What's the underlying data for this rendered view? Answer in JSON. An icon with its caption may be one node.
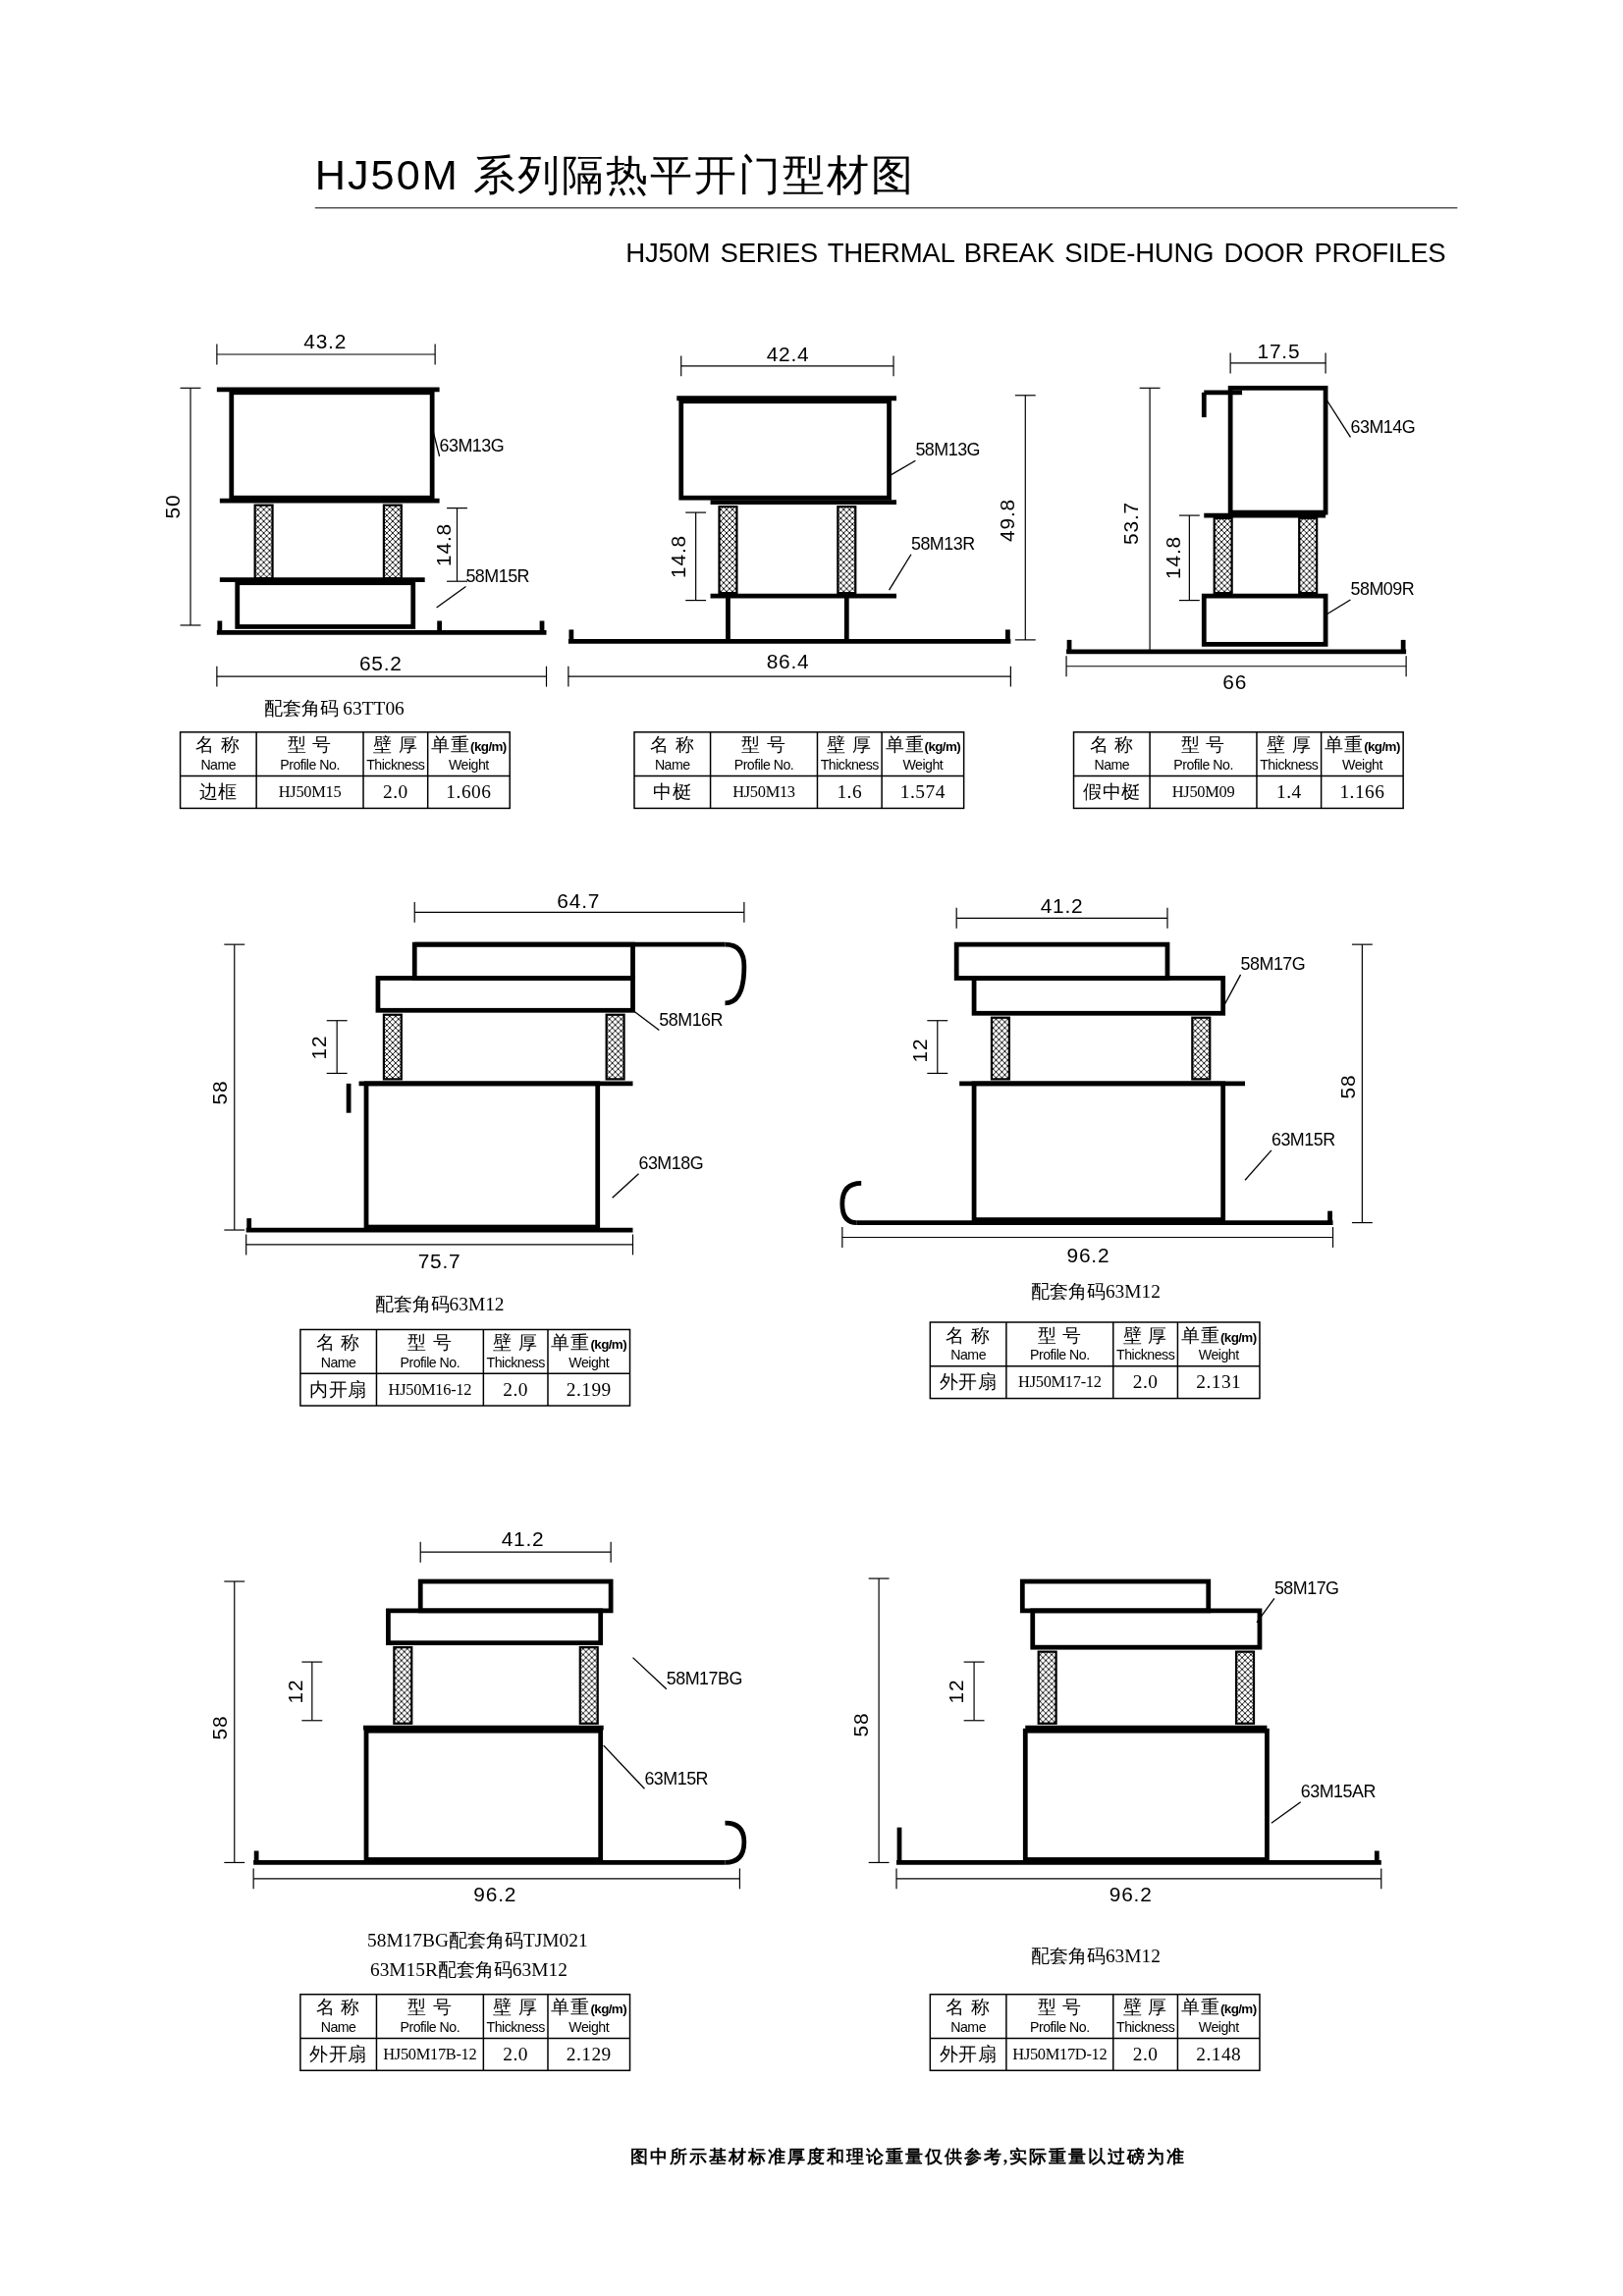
{
  "diagram": {
    "title": "HJ50M 系列隔热平开门型材图",
    "nodes": [
      {
        "text": [
          "63M13G"
        ]
      },
      {
        "text": [
          "58M15R"
        ]
      },
      {
        "text": [
          "58M13G"
        ]
      },
      {
        "text": [
          "58M13R"
        ]
      },
      {
        "text": [
          "63M14G"
        ]
      },
      {
        "text": [
          "58M09R"
        ]
      },
      {
        "text": [
          "58M16R"
        ]
      },
      {
        "text": [
          "63M18G"
        ]
      },
      {
        "text": [
          "58M17G"
        ]
      },
      {
        "text": [
          "63M15R"
        ]
      },
      {
        "text": [
          "58M17BG"
        ]
      },
      {
        "text": [
          "63M15R"
        ]
      },
      {
        "text": [
          "58M17G"
        ]
      },
      {
        "text": [
          "63M15AR"
        ]
      }
    ],
    "edges": [
      {
        "from": 0,
        "to": null,
        "arrow": "none"
      },
      {
        "from": 1,
        "to": null,
        "arrow": "none"
      },
      {
        "from": 2,
        "to": null,
        "arrow": "none"
      },
      {
        "from": 3,
        "to": null,
        "arrow": "none"
      },
      {
        "from": 4,
        "to": null,
        "arrow": "none"
      },
      {
        "from": 5,
        "to": null,
        "arrow": "none"
      },
      {
        "from": 6,
        "to": null,
        "arrow": "none"
      },
      {
        "from": 7,
        "to": null,
        "arrow": "none"
      },
      {
        "from": 8,
        "to": null,
        "arrow": "none"
      },
      {
        "from": 9,
        "to": null,
        "arrow": "none"
      },
      {
        "from": 10,
        "to": null,
        "arrow": "none"
      },
      {
        "from": 11,
        "to": null,
        "arrow": "none"
      },
      {
        "from": 12,
        "to": null,
        "arrow": "none"
      },
      {
        "from": 13,
        "to": null,
        "arrow": "none"
      }
    ],
    "labels": [
      "HJ50M SERIES THERMAL BREAK SIDE-HUNG DOOR PROFILES",
      "43.2",
      "50",
      "14.8",
      "65.2",
      "配套角码 63TT06",
      "名 称",
      "型 号",
      "壁 厚",
      "单重**(kg/m)**",
      "Name",
      "Profile No.",
      "Thickness",
      "Weight",
      "边框",
      "HJ50M15",
      "2.0",
      "1.606",
      "42.4",
      "14.8",
      "49.8",
      "86.4",
      "名 称",
      "型 号",
      "壁 厚",
      "单重**(kg/m)**",
      "Name",
      "Profile No.",
      "Thickness",
      "Weight",
      "中梃",
      "HJ50M13",
      "1.6",
      "1.574",
      "17.5",
      "53.7",
      "14.8",
      "66",
      "名 称",
      "型 号",
      "壁 厚",
      "单重**(kg/m)**",
      "Name",
      "Profile No.",
      "Thickness",
      "Weight",
      "假中梃",
      "HJ50M09",
      "1.4",
      "1.166",
      "64.7",
      "58",
      "12",
      "75.7",
      "配套角码63M12",
      "名 称",
      "型 号",
      "壁 厚",
      "单重**(kg/m)**",
      "Name",
      "Profile No.",
      "Thickness",
      "Weight",
      "内开扇",
      "HJ50M16-12",
      "2.0",
      "2.199",
      "41.2",
      "12",
      "58",
      "96.2",
      "配套角码63M12",
      "名 称",
      "型 号",
      "壁 厚",
      "单重**(kg/m)**",
      "Name",
      "Profile No.",
      "Thickness",
      "Weight",
      "外开扇",
      "HJ50M17-12",
      "2.0",
      "2.131",
      "41.2",
      "58",
      "12",
      "96.2",
      "58M17BG配套角码TJM021",
      "63M15R配套角码63M12",
      "名 称",
      "型 号",
      "壁 厚",
      "单重**(kg/m)**",
      "Name",
      "Profile No.",
      "Thickness",
      "Weight",
      "外开扇",
      "HJ50M17B-12",
      "2.0",
      "2.129",
      "58",
      "12",
      "96.2",
      "配套角码63M12",
      "名 称",
      "型 号",
      "壁 厚",
      "单重**(kg/m)**",
      "Name",
      "Profile No.",
      "Thickness",
      "Weight",
      "外开扇",
      "HJ50M17D-12",
      "2.0",
      "2.148",
      "图中所示基材标准厚度和理论重量仅供参考,实际重量以过磅为准"
    ]
  }
}
